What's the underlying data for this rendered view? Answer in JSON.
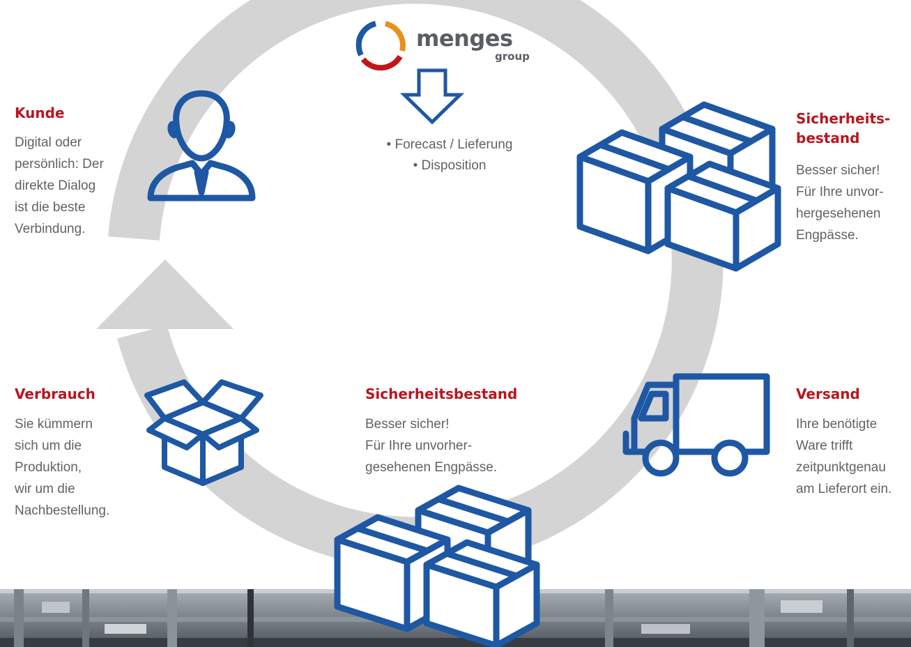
{
  "brand": {
    "name": "menges",
    "suffix": "group",
    "colors": {
      "blue": "#1e57a4",
      "orange": "#e8901c",
      "red": "#c0171d"
    }
  },
  "palette": {
    "icon_blue": "#1e57a4",
    "heading_red": "#b8161e",
    "text_grey": "#5f6266",
    "cycle_grey": "#d4d4d4"
  },
  "top": {
    "bullets": [
      "• Forecast / Lieferung",
      "• Disposition"
    ]
  },
  "kunde": {
    "title": "Kunde",
    "text": "Digital oder\npersönlich: Der\ndirekte Dialog\nist die beste\nVerbindung.",
    "icon": "person-icon"
  },
  "sicherheit_right": {
    "title": "Sicherheits-\nbestand",
    "text": "Besser sicher!\nFür Ihre unvor-\nhergesehenen\nEngpässe.",
    "icon": "boxes-icon"
  },
  "verbrauch": {
    "title": "Verbrauch",
    "text": "Sie kümmern\nsich um die\nProduktion,\nwir um die\nNachbestellung.",
    "icon": "open-box-icon"
  },
  "sicherheit_center": {
    "title": "Sicherheitsbestand",
    "text": "Besser sicher!\nFür Ihre unvorher-\ngesehenen Engpässe.",
    "icon": "boxes-icon"
  },
  "versand": {
    "title": "Versand",
    "text": "Ihre benötigte\nWare trifft\nzeitpunktgenau\nam Lieferort ein.",
    "icon": "truck-icon"
  }
}
